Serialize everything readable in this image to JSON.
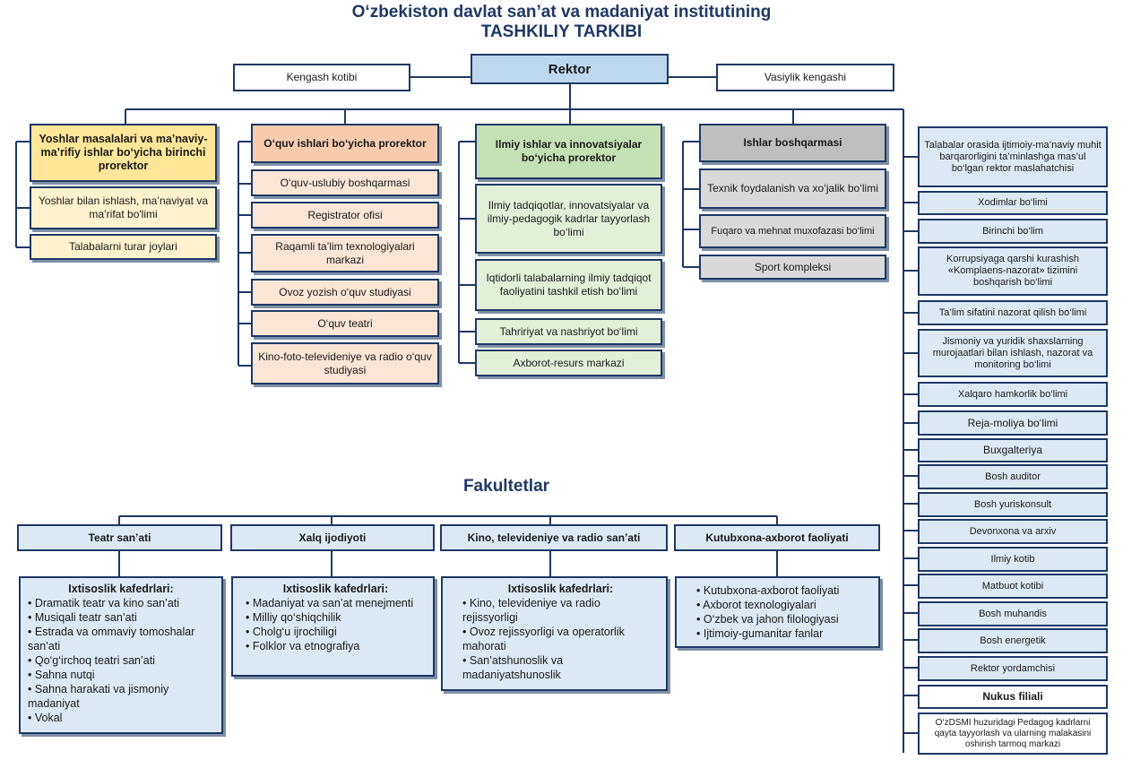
{
  "title_line1": "O‘zbekiston davlat san’at va madaniyat institutining",
  "title_line2": "TASHKILIY TARKIBI",
  "top": {
    "rektor": "Rektor",
    "kengash_kotibi": "Kengash kotibi",
    "vasiylik_kengashi": "Vasiylik kengashi"
  },
  "prorektor_yoshlar": {
    "title": "Yoshlar masalalari va ma’naviy-ma’rifiy ishlar bo‘yicha birinchi prorektor",
    "items": [
      "Yoshlar bilan ishlash, ma’naviyat va ma’rifat bo'limi",
      "Talabalarni turar joylari"
    ]
  },
  "prorektor_oquv": {
    "title": "O‘quv ishlari bo‘yicha prorektor",
    "items": [
      "O‘quv-uslubiy boshqarmasi",
      "Registrator ofisi",
      "Raqamli ta’lim texnologiyalari markazi",
      "Ovoz yozish o‘quv studiyasi",
      "O‘quv teatri",
      "Kino-foto-televideniye va radio o‘quv studiyasi"
    ]
  },
  "prorektor_ilmiy": {
    "title": "Ilmiy ishlar va innovatsiyalar bo‘yicha prorektor",
    "items": [
      "Ilmiy tadqiqotlar, innovatsiyalar va ilmiy-pedagogik kadrlar tayyorlash bo‘limi",
      "Iqtidorli talabalarning ilmiy tadqiqot faoliyatini tashkil etish bo‘limi",
      "Tahririyat va nashriyot bo‘limi",
      "Axborot-resurs markazi"
    ]
  },
  "ishlar": {
    "title": "Ishlar boshqarmasi",
    "items": [
      "Texnik foydalanish va xo‘jalik bo‘limi",
      "Fuqaro va mehnat muxofazasi bo‘limi",
      "Sport kompleksi"
    ]
  },
  "right_column": [
    "Talabalar orasida ijtimoiy-ma’naviy muhit barqarorligini ta’minlashga mas’ul bo‘lgan rektor maslahatchisi",
    "Xodimlar bo‘limi",
    "Birinchi bo‘lim",
    "Korrupsiyaga qarshi kurashish «Komplaens-nazorat» tizimini boshqarish bo‘limi",
    "Ta’lim sifatini nazorat qilish bo‘limi",
    "Jismoniy va yuridik shaxslarning murojaatlari bilan ishlash, nazorat va monitoring bo‘limi",
    "Xalqaro hamkorlik bo‘limi",
    "Reja-moliya bo‘limi",
    "Buxgalteriya",
    "Bosh auditor",
    "Bosh yuriskonsult",
    "Devonxona va arxiv",
    "Ilmiy kotib",
    "Matbuot kotibi",
    "Bosh muhandis",
    "Bosh energetik",
    "Rektor yordamchisi",
    "Nukus filiali",
    "O‘zDSMI huzuridagi Pedagog kadrlarni qayta tayyorlash va ularning malakasini oshirish tarmoq markazi"
  ],
  "fakultetlar": {
    "heading": "Fakultetlar",
    "items": [
      {
        "name": "Teatr san’ati",
        "list_title": "Ixtisoslik kafedrlari:",
        "kafedra": [
          "Dramatik teatr va kino san’ati",
          "Musiqali teatr san’ati",
          "Estrada va ommaviy tomoshalar san’ati",
          "Qo‘g‘irchoq teatri san’ati",
          "Sahna nutqi",
          "Sahna harakati va jismoniy madaniyat",
          "Vokal"
        ]
      },
      {
        "name": "Xalq ijodiyoti",
        "list_title": "Ixtisoslik  kafedrlari:",
        "kafedra": [
          "Madaniyat va san’at menejmenti",
          "Milliy qo‘shiqchilik",
          "Cholg‘u ijrochiligi",
          "Folklor va etnografiya"
        ]
      },
      {
        "name": "Kino, televideniye va radio san’ati",
        "list_title": "Ixtisoslik  kafedrlari:",
        "kafedra": [
          "Kino, televideniye va radio rejissyorligi",
          "Ovoz rejissyorligi va operatorlik mahorati",
          "San’atshunoslik va madaniyatshunoslik"
        ]
      },
      {
        "name": "Kutubxona-axborot faoliyati",
        "list_title": "",
        "kafedra": [
          "Kutubxona-axborot faoliyati",
          "Axborot texnologiyalari",
          "O‘zbek va jahon filologiyasi",
          "Ijtimoiy-gumanitar fanlar"
        ]
      }
    ]
  }
}
